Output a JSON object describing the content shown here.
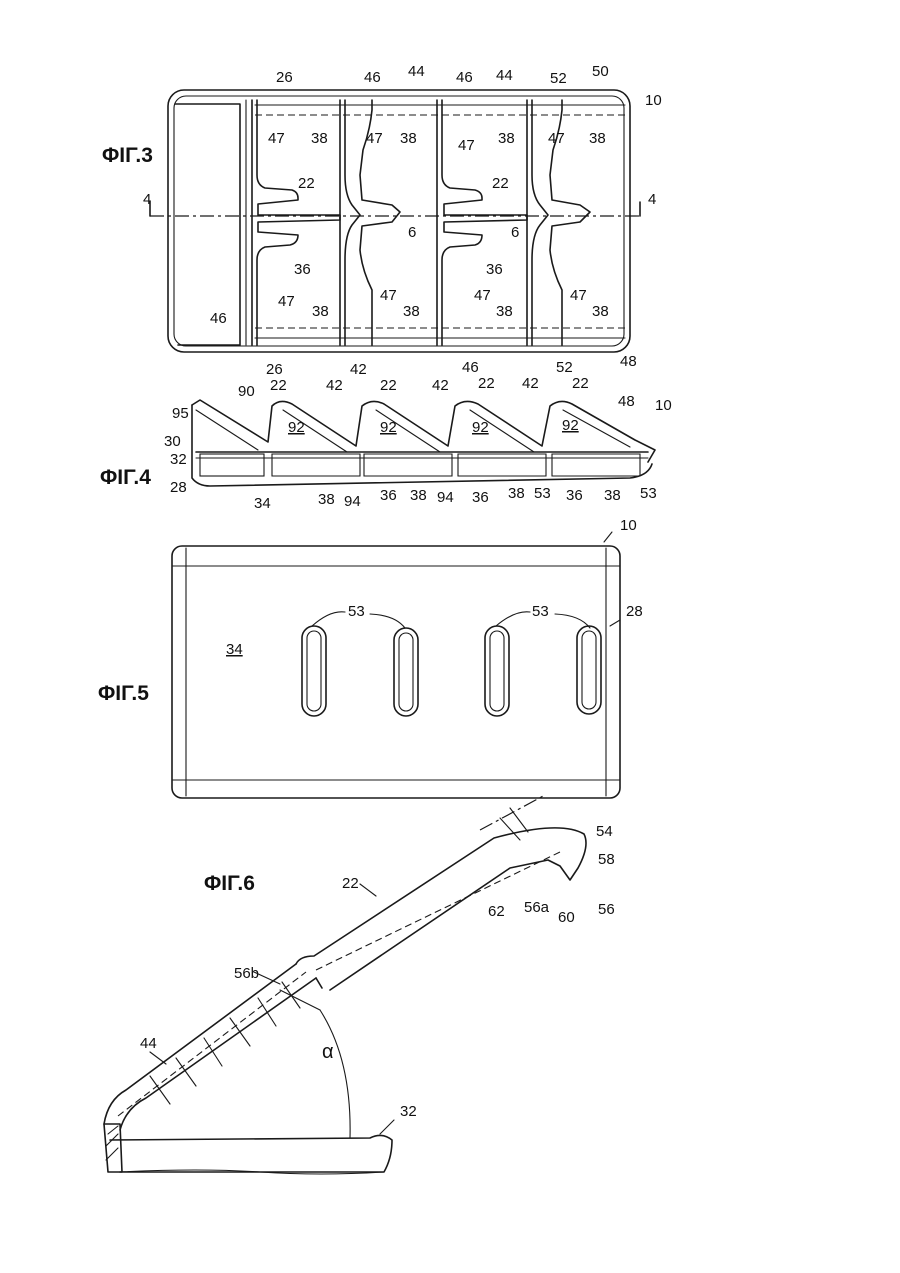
{
  "figures": {
    "fig3": {
      "title": "ΦΙΓ.3",
      "labels": [
        "26",
        "46",
        "44",
        "46",
        "44",
        "52",
        "50",
        "10",
        "47",
        "38",
        "47",
        "38",
        "47",
        "38",
        "47",
        "38",
        "22",
        "22",
        "4",
        "4",
        "6",
        "6",
        "36",
        "36",
        "46",
        "47",
        "47",
        "47",
        "47",
        "38",
        "38",
        "38",
        "26",
        "42",
        "46",
        "52",
        "48"
      ]
    },
    "fig4": {
      "title": "ΦΙΓ.4",
      "labels": [
        "90",
        "22",
        "42",
        "22",
        "42",
        "22",
        "42",
        "22",
        "48",
        "10",
        "95",
        "92",
        "92",
        "92",
        "92",
        "30",
        "32",
        "28",
        "34",
        "38",
        "94",
        "36",
        "38",
        "94",
        "36",
        "38",
        "53",
        "36",
        "38",
        "53"
      ]
    },
    "fig5": {
      "title": "ΦΙΓ.5",
      "labels": [
        "10",
        "53",
        "53",
        "28",
        "34"
      ]
    },
    "fig6": {
      "title": "ΦΙΓ.6",
      "labels": [
        "54",
        "58",
        "22",
        "62",
        "56a",
        "60",
        "56",
        "56b",
        "α",
        "44",
        "32"
      ]
    }
  }
}
